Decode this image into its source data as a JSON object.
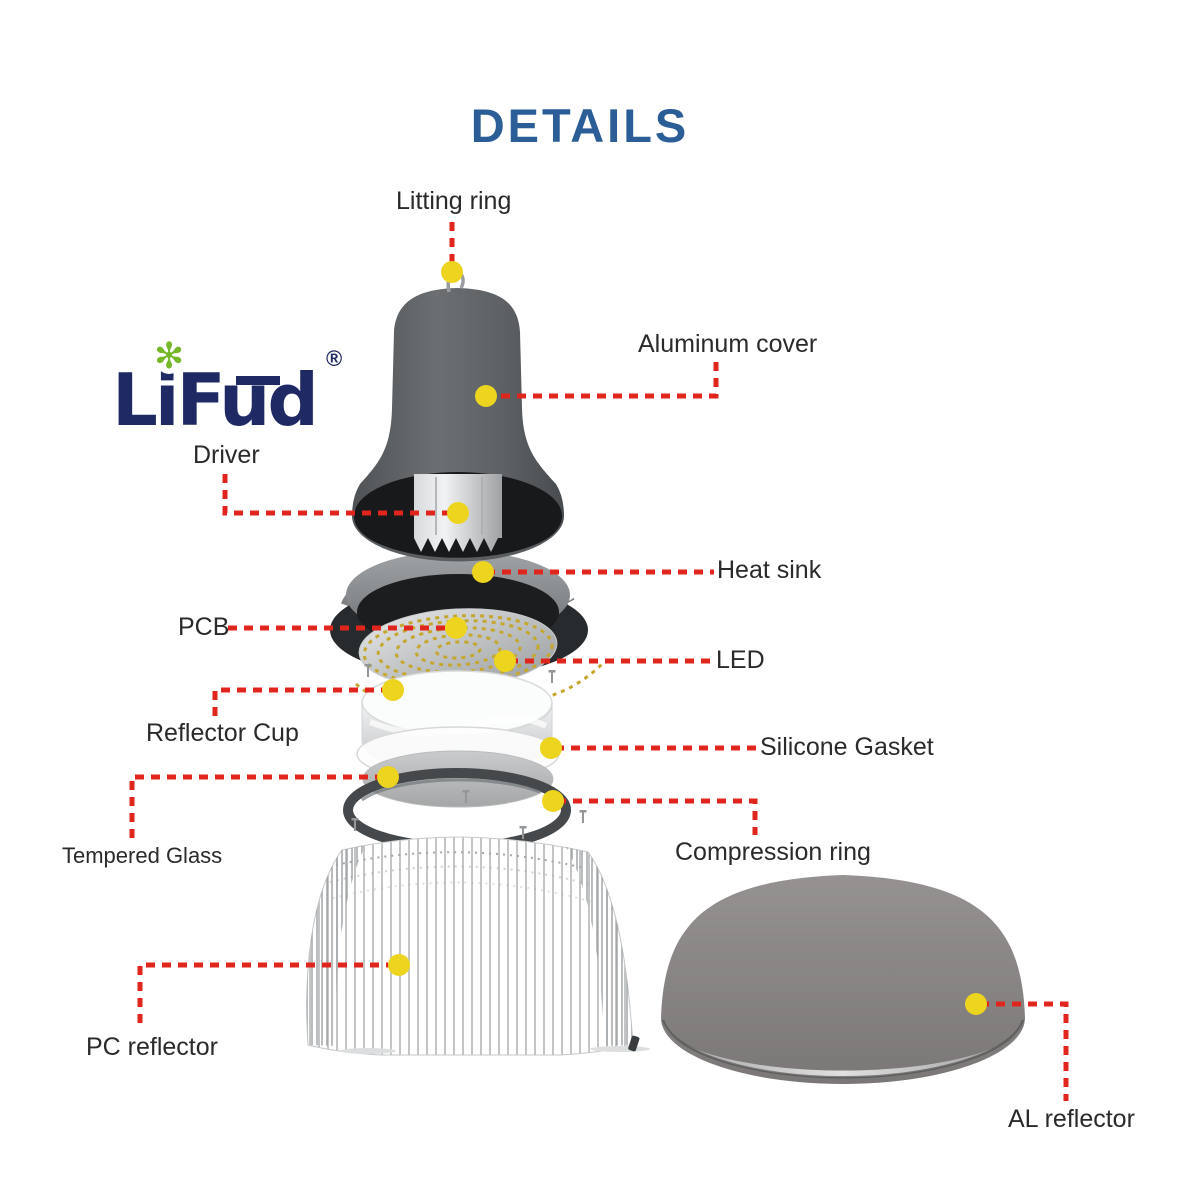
{
  "title": "DETAILS",
  "logo": {
    "name": "LiFud",
    "registered": "®",
    "flower_glyph": "✻"
  },
  "labels": {
    "litting_ring": "Litting ring",
    "aluminum_cover": "Aluminum cover",
    "driver": "Driver",
    "heat_sink": "Heat sink",
    "pcb": "PCB",
    "led": "LED",
    "reflector_cup": "Reflector Cup",
    "silicone_gasket": "Silicone Gasket",
    "tempered_glass": "Tempered Glass",
    "compression_ring": "Compression ring",
    "pc_reflector": "PC reflector",
    "al_reflector": "AL reflector"
  },
  "colors": {
    "title_blue": "#2b5e97",
    "logo_navy": "#1f2a64",
    "logo_green": "#76b82a",
    "callout_line": "#e0251c",
    "callout_dot": "#ecd41f",
    "label_text": "#2a2a2a"
  }
}
